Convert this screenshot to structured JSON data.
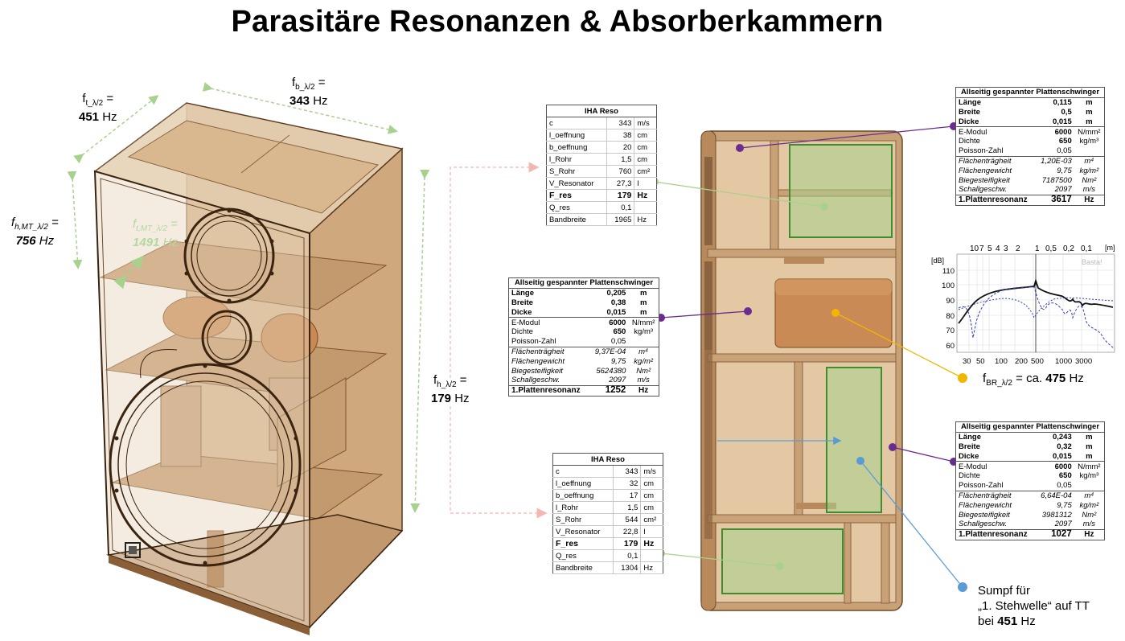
{
  "title": "Parasitäre Resonanzen & Absorberkammern",
  "labels": {
    "ft": {
      "f": "f",
      "sub": "t_λ/2",
      "eq": " =",
      "value": "451",
      "unit": " Hz"
    },
    "fb": {
      "f": "f",
      "sub": "b_λ/2",
      "eq": " =",
      "value": "343",
      "unit": " Hz"
    },
    "fhmt": {
      "f": "f",
      "sub": "h,MT_λ/2",
      "eq": " =",
      "value": "756",
      "unit": " Hz"
    },
    "ftmt": {
      "f": "f",
      "sub": "t,MT_λ/2",
      "eq": " =",
      "value": "1491",
      "unit": " Hz"
    },
    "fh": {
      "f": "f",
      "sub": "h_λ/2",
      "eq": " =",
      "value": "179",
      "unit": " Hz"
    },
    "fbr": {
      "f": "f",
      "sub": "BR_λ/2",
      "eq": " = ca. ",
      "value": "475",
      "unit": " Hz"
    },
    "sumpf": {
      "line1": "Sumpf für",
      "line2": "„1. Stehwelle“ auf TT",
      "line3_pre": "bei ",
      "line3_value": "451",
      "line3_unit": " Hz"
    }
  },
  "iha_top": {
    "header": "IHA Reso",
    "rows": [
      {
        "k": "c",
        "v": "343",
        "u": "m/s"
      },
      {
        "k": "l_oeffnung",
        "v": "38",
        "u": "cm"
      },
      {
        "k": "b_oeffnung",
        "v": "20",
        "u": "cm"
      },
      {
        "k": "l_Rohr",
        "v": "1,5",
        "u": "cm"
      },
      {
        "k": "S_Rohr",
        "v": "760",
        "u": "cm²"
      },
      {
        "k": "V_Resonator",
        "v": "27,3",
        "u": "l"
      },
      {
        "k": "F_res",
        "v": "179",
        "u": "Hz"
      },
      {
        "k": "Q_res",
        "v": "0,1",
        "u": ""
      },
      {
        "k": "Bandbreite",
        "v": "1965",
        "u": "Hz"
      }
    ]
  },
  "iha_bottom": {
    "header": "IHA Reso",
    "rows": [
      {
        "k": "c",
        "v": "343",
        "u": "m/s"
      },
      {
        "k": "l_oeffnung",
        "v": "32",
        "u": "cm"
      },
      {
        "k": "b_oeffnung",
        "v": "17",
        "u": "cm"
      },
      {
        "k": "l_Rohr",
        "v": "1,5",
        "u": "cm"
      },
      {
        "k": "S_Rohr",
        "v": "544",
        "u": "cm²"
      },
      {
        "k": "V_Resonator",
        "v": "22,8",
        "u": "l"
      },
      {
        "k": "F_res",
        "v": "179",
        "u": "Hz"
      },
      {
        "k": "Q_res",
        "v": "0,1",
        "u": ""
      },
      {
        "k": "Bandbreite",
        "v": "1304",
        "u": "Hz"
      }
    ]
  },
  "plate_mid": {
    "header": "Allseitig gespannter Plattenschwinger",
    "rows": [
      {
        "k": "Länge",
        "v": "0,205",
        "u": "m"
      },
      {
        "k": "Breite",
        "v": "0,38",
        "u": "m"
      },
      {
        "k": "Dicke",
        "v": "0,015",
        "u": "m"
      },
      {
        "k": "E-Modul",
        "v": "6000",
        "u": "N/mm²"
      },
      {
        "k": "Dichte",
        "v": "650",
        "u": "kg/m³"
      },
      {
        "k": "Poisson-Zahl",
        "v": "0,05",
        "u": ""
      },
      {
        "k": "Flächenträgheit",
        "v": "9,37E-04",
        "u": "m⁴"
      },
      {
        "k": "Flächengewicht",
        "v": "9,75",
        "u": "kg/m²"
      },
      {
        "k": "Biegesteifigkeit",
        "v": "5624380",
        "u": "Nm²"
      },
      {
        "k": "Schallgeschw.",
        "v": "2097",
        "u": "m/s"
      },
      {
        "k": "1.Plattenresonanz",
        "v": "1252",
        "u": "Hz"
      }
    ]
  },
  "plate_top": {
    "header": "Allseitig gespannter Plattenschwinger",
    "rows": [
      {
        "k": "Länge",
        "v": "0,115",
        "u": "m"
      },
      {
        "k": "Breite",
        "v": "0,5",
        "u": "m"
      },
      {
        "k": "Dicke",
        "v": "0,015",
        "u": "m"
      },
      {
        "k": "E-Modul",
        "v": "6000",
        "u": "N/mm²"
      },
      {
        "k": "Dichte",
        "v": "650",
        "u": "kg/m³"
      },
      {
        "k": "Poisson-Zahl",
        "v": "0,05",
        "u": ""
      },
      {
        "k": "Flächenträgheit",
        "v": "1,20E-03",
        "u": "m⁴"
      },
      {
        "k": "Flächengewicht",
        "v": "9,75",
        "u": "kg/m²"
      },
      {
        "k": "Biegesteifigkeit",
        "v": "7187500",
        "u": "Nm²"
      },
      {
        "k": "Schallgeschw.",
        "v": "2097",
        "u": "m/s"
      },
      {
        "k": "1.Plattenresonanz",
        "v": "3617",
        "u": "Hz"
      }
    ]
  },
  "plate_bottom": {
    "header": "Allseitig gespannter Plattenschwinger",
    "rows": [
      {
        "k": "Länge",
        "v": "0,243",
        "u": "m"
      },
      {
        "k": "Breite",
        "v": "0,32",
        "u": "m"
      },
      {
        "k": "Dicke",
        "v": "0,015",
        "u": "m"
      },
      {
        "k": "E-Modul",
        "v": "6000",
        "u": "N/mm²"
      },
      {
        "k": "Dichte",
        "v": "650",
        "u": "kg/m³"
      },
      {
        "k": "Poisson-Zahl",
        "v": "0,05",
        "u": ""
      },
      {
        "k": "Flächenträgheit",
        "v": "6,64E-04",
        "u": "m⁴"
      },
      {
        "k": "Flächengewicht",
        "v": "9,75",
        "u": "kg/m²"
      },
      {
        "k": "Biegesteifigkeit",
        "v": "3981312",
        "u": "Nm²"
      },
      {
        "k": "Schallgeschw.",
        "v": "2097",
        "u": "m/s"
      },
      {
        "k": "1.Plattenresonanz",
        "v": "1027",
        "u": "Hz"
      }
    ]
  },
  "graph": {
    "db_unit": "[dB]",
    "m_unit": "[m]",
    "y_ticks": [
      "110",
      "100",
      "90",
      "80",
      "70",
      "60"
    ],
    "x_ticks": [
      "30",
      "50",
      "100",
      "200",
      "500",
      "1000",
      "3000"
    ],
    "top_ticks": [
      "10",
      "7",
      "5",
      "4",
      "3",
      "2",
      "1",
      "0,5",
      "0,2",
      "0,1"
    ],
    "watermark": "Basta!"
  },
  "colors": {
    "wood": "#c9a177",
    "purple": "#6a2c91",
    "green": "#a9d18e",
    "orange": "#f2b600",
    "blue": "#5b9bd5",
    "pink": "#f4b6b0"
  }
}
